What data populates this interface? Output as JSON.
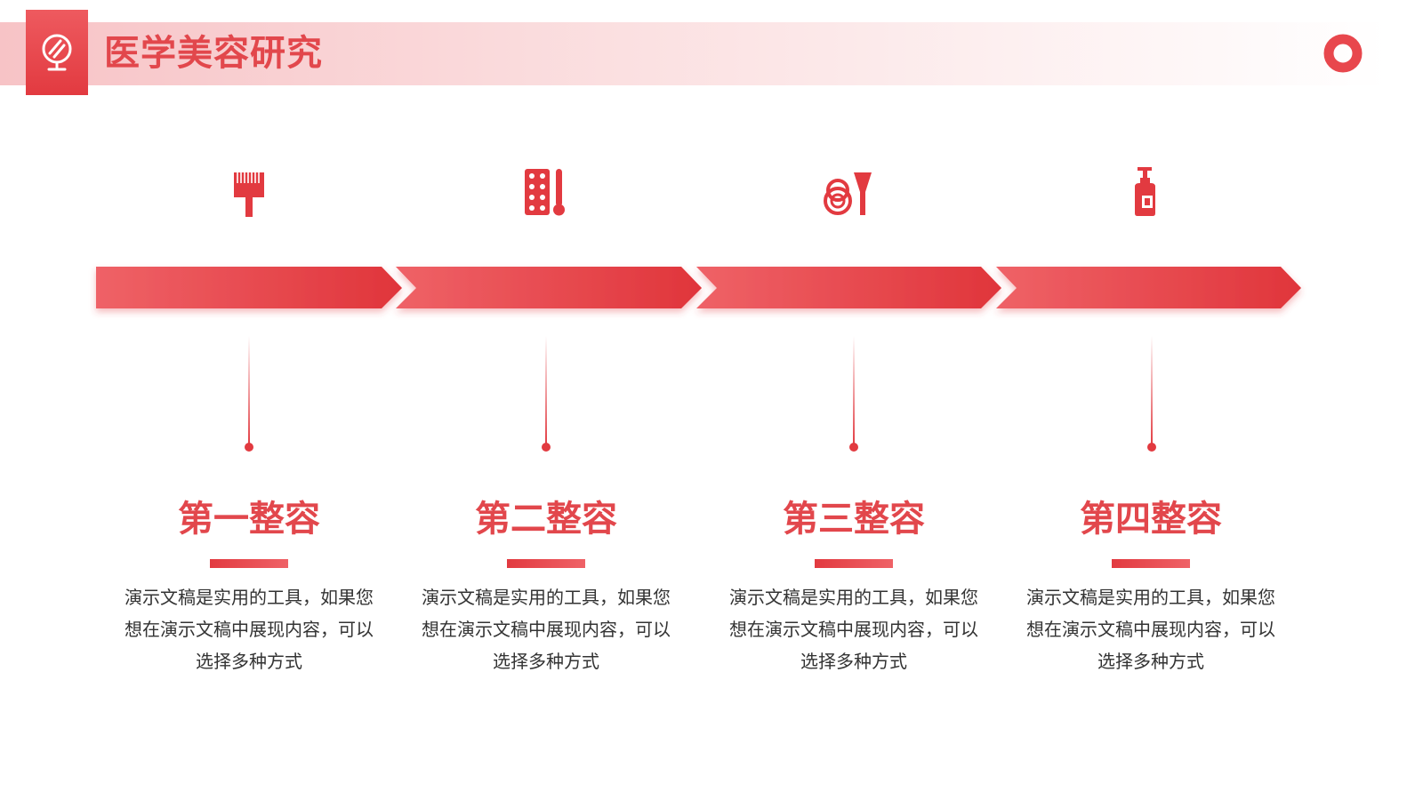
{
  "header": {
    "title": "医学美容研究",
    "logo_icon": "mirror-icon",
    "corner_icon": "ring-icon"
  },
  "colors": {
    "accent": "#e23a40",
    "accent_light": "#ef6267",
    "band_start": "#f7c3c6",
    "text": "#333333"
  },
  "stages": [
    {
      "icon": "brush-icon",
      "title": "第一整容",
      "desc": "演示文稿是实用的工具，如果您想在演示文稿中展现内容，可以选择多种方式"
    },
    {
      "icon": "pills-thermometer-icon",
      "title": "第二整容",
      "desc": "演示文稿是实用的工具，如果您想在演示文稿中展现内容，可以选择多种方式"
    },
    {
      "icon": "compact-brush-icon",
      "title": "第三整容",
      "desc": "演示文稿是实用的工具，如果您想在演示文稿中展现内容，可以选择多种方式"
    },
    {
      "icon": "lotion-bottle-icon",
      "title": "第四整容",
      "desc": "演示文稿是实用的工具，如果您想在演示文稿中展现内容，可以选择多种方式"
    }
  ]
}
